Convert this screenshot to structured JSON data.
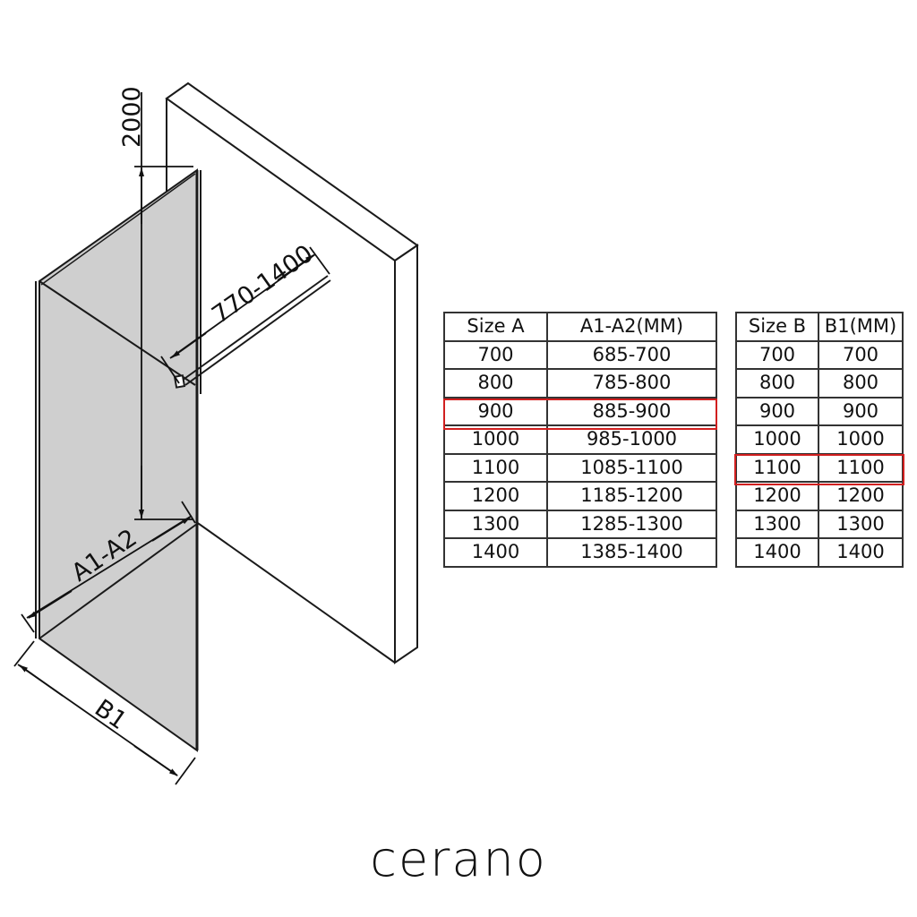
{
  "diagram": {
    "dimensions": {
      "height": "2000",
      "arm_length": "770-1400",
      "panel_width": "A1-A2",
      "depth": "B1"
    },
    "colors": {
      "glass_fill": "#cfcfcf",
      "line": "#1a1a1a",
      "highlight": "#d11f1f"
    }
  },
  "table_a": {
    "headers": [
      "Size  A",
      "A1-A2(MM)"
    ],
    "rows": [
      [
        "700",
        "685-700"
      ],
      [
        "800",
        "785-800"
      ],
      [
        "900",
        "885-900"
      ],
      [
        "1000",
        "985-1000"
      ],
      [
        "1100",
        "1085-1100"
      ],
      [
        "1200",
        "1185-1200"
      ],
      [
        "1300",
        "1285-1300"
      ],
      [
        "1400",
        "1385-1400"
      ]
    ],
    "highlighted_row": "900"
  },
  "table_b": {
    "headers": [
      "Size  B",
      "B1(MM)"
    ],
    "rows": [
      [
        "700",
        "700"
      ],
      [
        "800",
        "800"
      ],
      [
        "900",
        "900"
      ],
      [
        "1000",
        "1000"
      ],
      [
        "1100",
        "1100"
      ],
      [
        "1200",
        "1200"
      ],
      [
        "1300",
        "1300"
      ],
      [
        "1400",
        "1400"
      ]
    ],
    "highlighted_row": "1100"
  },
  "brand": "cerano"
}
